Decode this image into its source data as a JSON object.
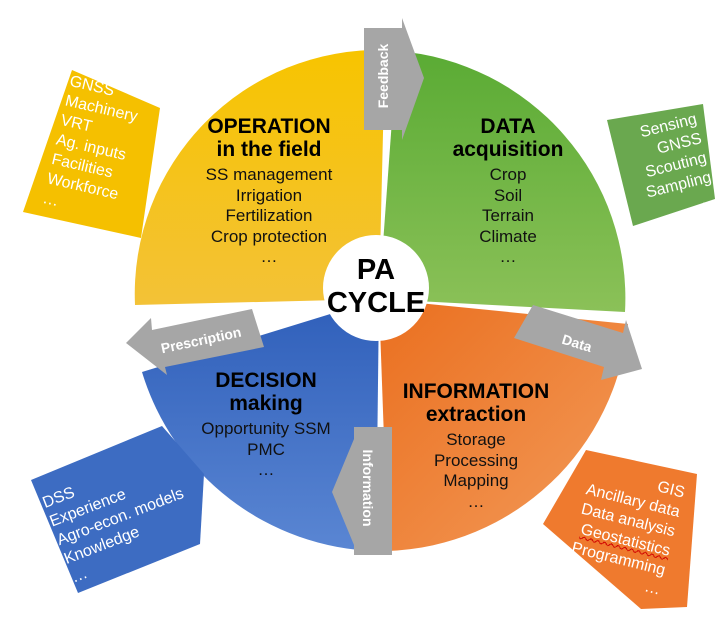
{
  "center": {
    "line1": "PA",
    "line2": "CYCLE"
  },
  "quadrants": {
    "operation": {
      "title1": "OPERATION",
      "title2": "in the field",
      "items": [
        "SS management",
        "Irrigation",
        "Fertilization",
        "Crop protection",
        "…"
      ],
      "color": "#f5c000"
    },
    "data": {
      "title1": "DATA",
      "title2": "acquisition",
      "items": [
        "Crop",
        "Soil",
        "Terrain",
        "Climate",
        "…"
      ],
      "color": "#6ab03c"
    },
    "information": {
      "title1": "INFORMATION",
      "title2": "extraction",
      "items": [
        "Storage",
        "Processing",
        "Mapping",
        "…"
      ],
      "color": "#ef7a2e"
    },
    "decision": {
      "title1": "DECISION",
      "title2": "making",
      "items": [
        "Opportunity SSM",
        "PMC",
        "…"
      ],
      "color": "#3d6cc2"
    }
  },
  "arrows": {
    "feedback": "Feedback",
    "data": "Data",
    "information": "Information",
    "prescription": "Prescription",
    "color": "#a6a6a6"
  },
  "side_boxes": {
    "operation": [
      "GNSS",
      "Machinery",
      "VRT",
      "Ag. inputs",
      "Facilities",
      "Workforce",
      "…"
    ],
    "data": [
      "Sensing",
      "GNSS",
      "Scouting",
      "Sampling",
      "…"
    ],
    "information": [
      "GIS",
      "Ancillary data",
      "Data analysis",
      "Geostatistics",
      "Programming",
      "…"
    ],
    "decision": [
      "DSS",
      "Experience",
      "Agro-econ. models",
      "Knowledge",
      "…"
    ]
  }
}
